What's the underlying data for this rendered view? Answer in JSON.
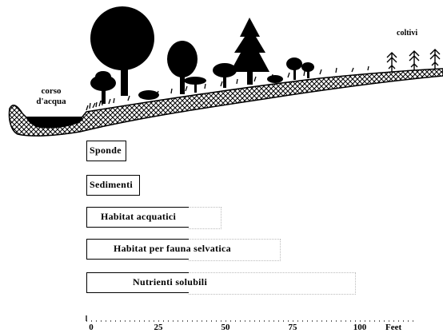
{
  "landscape": {
    "stream_label_line1": "corso",
    "stream_label_line2": "d'acqua",
    "crops_label": "coltivi"
  },
  "buffer_zones": [
    {
      "label": "Sponde",
      "width_feet": 15,
      "extended_width_feet": 15
    },
    {
      "label": "Sedimenti",
      "width_feet": 20,
      "extended_width_feet": 20
    },
    {
      "label": "Habitat acquatici",
      "width_feet": 38,
      "extended_width_feet": 50
    },
    {
      "label": "Habitat per fauna selvatica",
      "width_feet": 38,
      "extended_width_feet": 72
    },
    {
      "label": "Nutrienti solubili",
      "width_feet": 38,
      "extended_width_feet": 100
    }
  ],
  "axis": {
    "ticks": [
      "0",
      "25",
      "50",
      "75",
      "100"
    ],
    "unit": "Feet"
  }
}
